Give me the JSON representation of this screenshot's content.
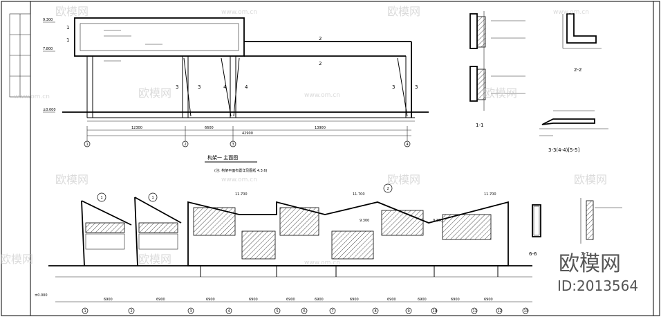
{
  "drawing": {
    "elevation_title": "构架一 主面图",
    "elevation_note": "(注: 构架平面布置详见图纸 4.3.6)",
    "upper_dims": [
      "12300",
      "6600",
      "13900",
      "42900"
    ],
    "upper_levels": [
      "9.300",
      "7.800",
      "±0.000"
    ],
    "upper_section_marks": [
      "3",
      "3",
      "4",
      "4",
      "3",
      "3",
      "1",
      "1",
      "2",
      "2"
    ],
    "upper_axes": [
      "1",
      "2",
      "3",
      "4"
    ],
    "section_labels": {
      "s11": "1-1",
      "s22": "2-2",
      "s33": "3-3(4-4)[5-5]",
      "s66": "6-6",
      "s77": "7-7"
    },
    "lower_axes": [
      "1",
      "2",
      "3",
      "4",
      "5",
      "6",
      "7",
      "8",
      "9",
      "10",
      "11",
      "12",
      "13"
    ],
    "lower_dims": [
      "6900",
      "6900",
      "6900",
      "6900",
      "6900",
      "6900",
      "6900",
      "6900",
      "6900",
      "6900",
      "6900"
    ],
    "lower_levels": [
      "11.700",
      "11.700",
      "11.700",
      "9.300",
      "9.300",
      "±0.000"
    ],
    "callouts": [
      "1",
      "1",
      "2"
    ]
  },
  "watermarks": {
    "brand": "欧模网",
    "url": "www.om.cn",
    "brand_large": "欧模网",
    "id_text": "ID:2013564"
  }
}
